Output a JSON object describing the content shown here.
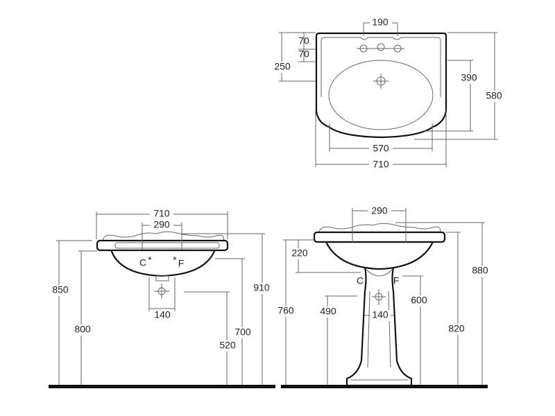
{
  "top_view": {
    "tap_spacing": "190",
    "tap_offset_1": "70",
    "tap_offset_2": "70",
    "drain_depth": "250",
    "bowl_depth": "390",
    "total_depth": "580",
    "bowl_width": "570",
    "total_width": "710"
  },
  "front_view_wall": {
    "total_width": "710",
    "tap_spacing": "290",
    "hot_label": "C",
    "cold_label": "F",
    "rim_height": "850",
    "underside_height": "800",
    "top_height": "910",
    "tap_height": "700",
    "waste_height": "520",
    "waste_width": "140"
  },
  "front_view_pedestal": {
    "tap_spacing": "290",
    "top_height": "880",
    "rim_height": "820",
    "outer_height": "760",
    "drop": "220",
    "waste_height": "490",
    "supply_height": "600",
    "waste_width": "140",
    "hot_label": "C",
    "cold_label": "F"
  }
}
